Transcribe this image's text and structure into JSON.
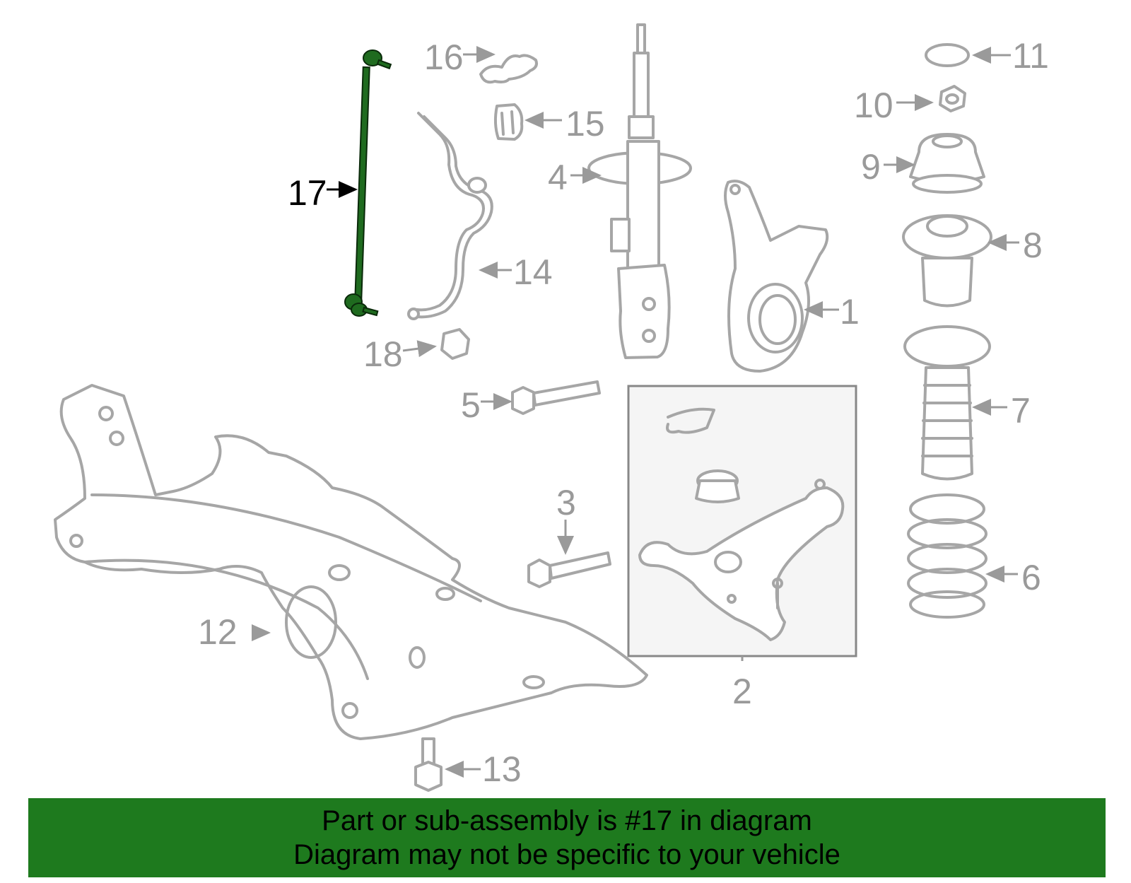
{
  "callouts": {
    "c1": "1",
    "c2": "2",
    "c3": "3",
    "c4": "4",
    "c5": "5",
    "c6": "6",
    "c7": "7",
    "c8": "8",
    "c9": "9",
    "c10": "10",
    "c11": "11",
    "c12": "12",
    "c13": "13",
    "c14": "14",
    "c15": "15",
    "c16": "16",
    "c17": "17",
    "c18": "18"
  },
  "highlight": {
    "part_number": "17",
    "color": "#1e7a1e"
  },
  "footer": {
    "line1": "Part or sub-assembly is #17 in diagram",
    "line2": "Diagram may not be specific to your vehicle",
    "background": "#1e7a1e"
  }
}
